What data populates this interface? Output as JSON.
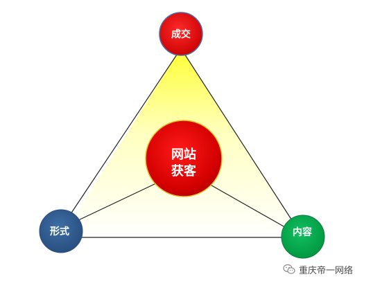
{
  "nodes": {
    "top": {
      "label": "成交",
      "color": "#e8000a"
    },
    "left": {
      "label": "形式",
      "color": "#2e5a8e"
    },
    "right": {
      "label": "内容",
      "color": "#00a651"
    },
    "center": {
      "line1": "网站",
      "line2": "获客",
      "color": "#d90000"
    }
  },
  "triangle": {
    "fill_top": "#ffff33",
    "fill_bottom": "#ffffff"
  },
  "watermark": {
    "text": "重庆帝一网络",
    "icon": "wechat-icon"
  }
}
